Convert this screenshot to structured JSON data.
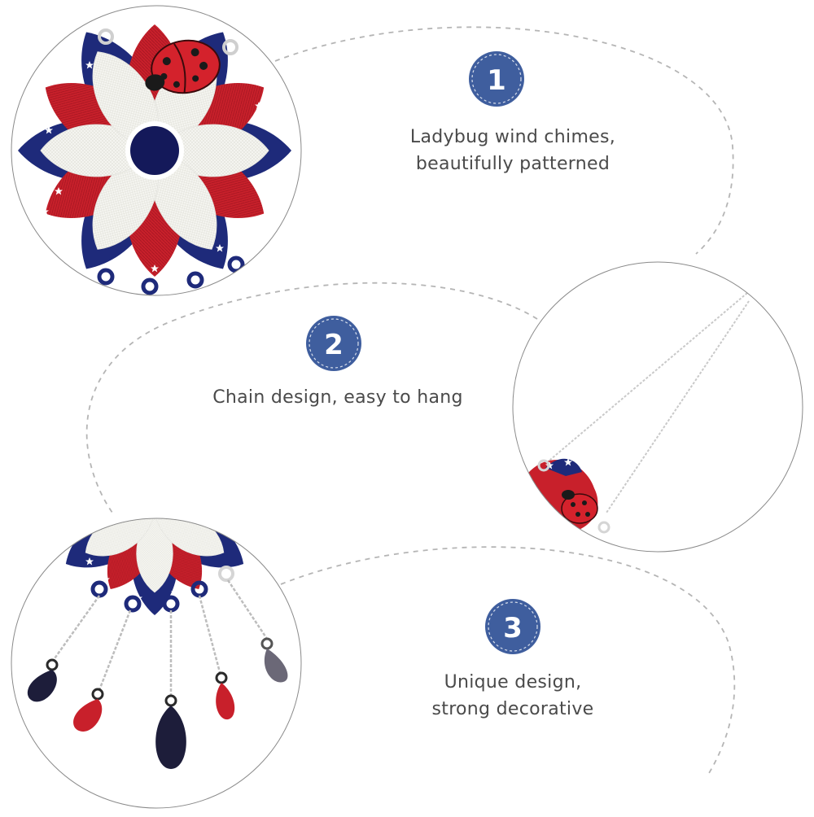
{
  "features": [
    {
      "number": "1",
      "lines": [
        "Ladybug wind chimes,",
        "beautifully patterned"
      ],
      "image": "ladybug-flower-closeup"
    },
    {
      "number": "2",
      "lines": [
        "Chain design, easy to hang"
      ],
      "image": "hanging-chain-closeup"
    },
    {
      "number": "3",
      "lines": [
        "Unique design,",
        "strong decorative"
      ],
      "image": "teardrop-pendants-closeup"
    }
  ],
  "colors": {
    "badge": "#3f5e9e",
    "caption_text": "#4a4a4a",
    "dashed_curve": "#b5b5b5",
    "circle_border": "#8a8a8a",
    "chime_red": "#c8202b",
    "chime_white": "#f4f4f0",
    "chime_navy": "#1e2a7a",
    "chime_light_blue": "#b9dfe4"
  }
}
